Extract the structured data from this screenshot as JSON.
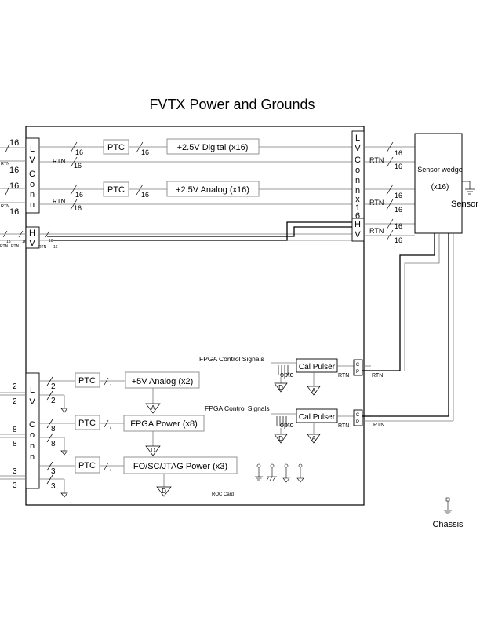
{
  "title": "FVTX Power and Grounds",
  "card_label": "ROC Card",
  "chassis_label": "Chassis",
  "sensor": {
    "line1": "Sensor wedge",
    "line2": "(x16)",
    "side_label": "Sensor"
  },
  "connectors": {
    "lv_top": [
      "L",
      "V",
      "C",
      "o",
      "n",
      "n"
    ],
    "hv_left": [
      "H",
      "V"
    ],
    "lv_right": [
      "L",
      "V",
      "C",
      "o",
      "n",
      "n",
      "x",
      "1",
      "6"
    ],
    "hv_right": [
      "H",
      "V"
    ],
    "lv_bottom": [
      "L",
      "V",
      "C",
      "o",
      "n",
      "n"
    ],
    "cp": [
      "C",
      "P"
    ]
  },
  "ptc_label": "PTC",
  "rtn_label": "RTN",
  "opto_label": "opto",
  "counts": {
    "c16": "16",
    "c2": "2",
    "c8": "8",
    "c3": "3"
  },
  "regulators": {
    "digital": "+2.5V Digital (x16)",
    "analog": "+2.5V Analog (x16)",
    "analog5": "+5V Analog (x2)",
    "fpga": "FPGA Power (x8)",
    "fo": "FO/SC/JTAG Power (x3)"
  },
  "pulser": {
    "label": "Cal Pulser",
    "control": "FPGA Control Signals"
  },
  "ground_symbols": {
    "analog": "A",
    "digital": "D"
  }
}
